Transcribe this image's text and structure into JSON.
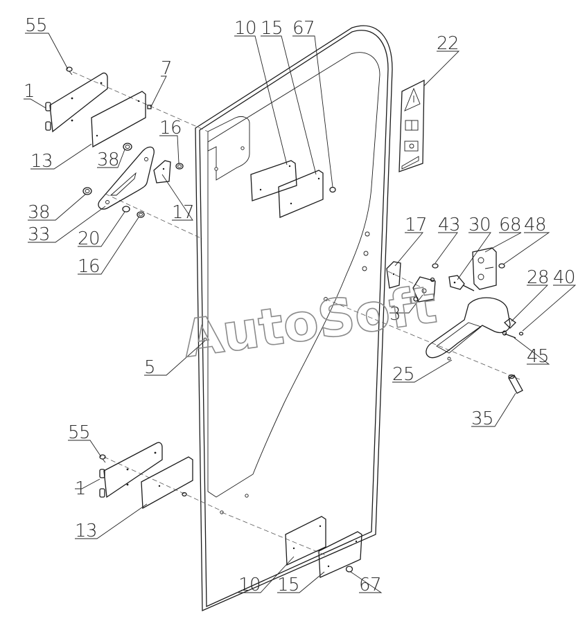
{
  "watermark": "AutoSoft",
  "labels": {
    "l55a": "55",
    "l1a": "1",
    "l13a": "13",
    "l7": "7",
    "l38a": "38",
    "l16a": "16",
    "l38b": "38",
    "l33": "33",
    "l20": "20",
    "l16b": "16",
    "l17a": "17",
    "l10a": "10",
    "l15a": "15",
    "l67a": "67",
    "l22": "22",
    "l17b": "17",
    "l43": "43",
    "l30": "30",
    "l68": "68",
    "l48": "48",
    "l3": "3",
    "l28": "28",
    "l40": "40",
    "l45": "45",
    "l25": "25",
    "l35": "35",
    "l5": "5",
    "l55b": "55",
    "l1b": "1",
    "l13b": "13",
    "l10b": "10",
    "l15b": "15",
    "l67b": "67"
  },
  "icons": [
    "warning-triangle-icon",
    "manual-book-icon",
    "hand-caution-icon",
    "pinch-point-icon"
  ]
}
